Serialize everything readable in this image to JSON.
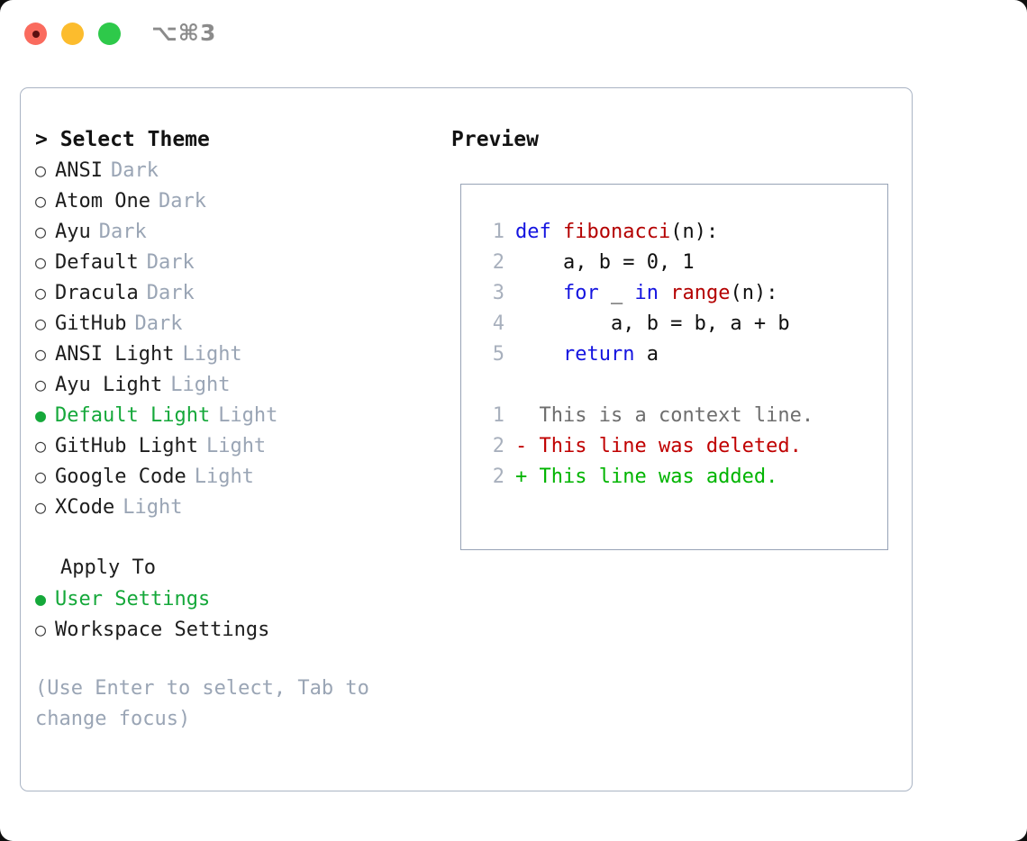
{
  "titlebar": {
    "shortcut": "⌥⌘3",
    "lights": [
      {
        "name": "close",
        "color": "#fa6b5e"
      },
      {
        "name": "minimize",
        "color": "#fcbc2d"
      },
      {
        "name": "maximize",
        "color": "#2ec94a"
      }
    ]
  },
  "theme_panel": {
    "title": "> Select Theme",
    "selected_bullet": "●",
    "unselected_bullet": "○",
    "options": [
      {
        "label": "ANSI",
        "tag": "Dark",
        "selected": false
      },
      {
        "label": "Atom One",
        "tag": "Dark",
        "selected": false
      },
      {
        "label": "Ayu",
        "tag": "Dark",
        "selected": false
      },
      {
        "label": "Default",
        "tag": "Dark",
        "selected": false
      },
      {
        "label": "Dracula",
        "tag": "Dark",
        "selected": false
      },
      {
        "label": "GitHub",
        "tag": "Dark",
        "selected": false
      },
      {
        "label": "ANSI Light",
        "tag": "Light",
        "selected": false
      },
      {
        "label": "Ayu Light",
        "tag": "Light",
        "selected": false
      },
      {
        "label": "Default Light",
        "tag": "Light",
        "selected": true
      },
      {
        "label": "GitHub Light",
        "tag": "Light",
        "selected": false
      },
      {
        "label": "Google Code",
        "tag": "Light",
        "selected": false
      },
      {
        "label": "XCode",
        "tag": "Light",
        "selected": false
      }
    ]
  },
  "apply_to": {
    "heading": "Apply To",
    "options": [
      {
        "label": "User Settings",
        "selected": true
      },
      {
        "label": "Workspace Settings",
        "selected": false
      }
    ]
  },
  "hint": "(Use Enter to select, Tab to change focus)",
  "preview": {
    "heading": "Preview",
    "code_lines": [
      {
        "num": "1",
        "tokens": [
          {
            "text": "def ",
            "kind": "kw"
          },
          {
            "text": "fibonacci",
            "kind": "fn"
          },
          {
            "text": "(n):",
            "kind": "txt"
          }
        ]
      },
      {
        "num": "2",
        "tokens": [
          {
            "text": "    a, b = 0, 1",
            "kind": "txt"
          }
        ]
      },
      {
        "num": "3",
        "tokens": [
          {
            "text": "    ",
            "kind": "txt"
          },
          {
            "text": "for",
            "kind": "kw"
          },
          {
            "text": " _ ",
            "kind": "txt"
          },
          {
            "text": "in ",
            "kind": "kw"
          },
          {
            "text": "range",
            "kind": "fn"
          },
          {
            "text": "(n):",
            "kind": "txt"
          }
        ]
      },
      {
        "num": "4",
        "tokens": [
          {
            "text": "        a, b = b, a + b",
            "kind": "txt"
          }
        ]
      },
      {
        "num": "5",
        "tokens": [
          {
            "text": "    ",
            "kind": "txt"
          },
          {
            "text": "return",
            "kind": "kw"
          },
          {
            "text": " a",
            "kind": "txt"
          }
        ]
      }
    ],
    "diff_lines": [
      {
        "num": "1",
        "marker": "  ",
        "text": "This is a context line.",
        "kind": "ctx"
      },
      {
        "num": "2",
        "marker": "- ",
        "text": "This line was deleted.",
        "kind": "del"
      },
      {
        "num": "2",
        "marker": "+ ",
        "text": "This line was added.",
        "kind": "add"
      }
    ]
  },
  "colors": {
    "accent_green": "#15a83a",
    "diff_added": "#00b400",
    "diff_deleted": "#c00000",
    "keyword_blue": "#1414e0",
    "function_red": "#b40000",
    "muted_gray": "#9aa5b5",
    "border": "#97a3b6"
  }
}
